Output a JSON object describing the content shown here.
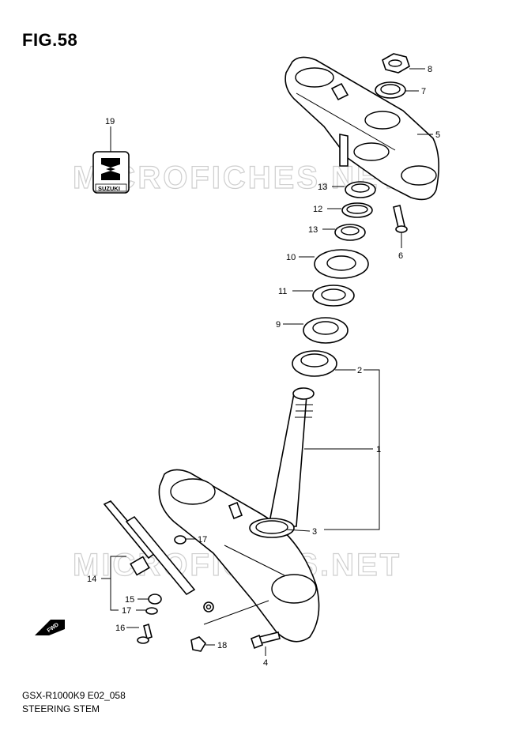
{
  "figure": {
    "title": "FIG.58",
    "model_code": "GSX-R1000K9 E02_058",
    "section_title": "STEERING STEM"
  },
  "watermark": {
    "text": "MICROFICHES.NET",
    "color": "#cfcfcf"
  },
  "emblem": {
    "brand_text": "SUZUKI"
  },
  "direction_marker": {
    "text": "FWD"
  },
  "callouts": [
    {
      "number": "8"
    },
    {
      "number": "7"
    },
    {
      "number": "5"
    },
    {
      "number": "19"
    },
    {
      "number": "13"
    },
    {
      "number": "12"
    },
    {
      "number": "13"
    },
    {
      "number": "6"
    },
    {
      "number": "10"
    },
    {
      "number": "11"
    },
    {
      "number": "9"
    },
    {
      "number": "2"
    },
    {
      "number": "1"
    },
    {
      "number": "3"
    },
    {
      "number": "17"
    },
    {
      "number": "14"
    },
    {
      "number": "15"
    },
    {
      "number": "17"
    },
    {
      "number": "16"
    },
    {
      "number": "18"
    },
    {
      "number": "4"
    }
  ]
}
